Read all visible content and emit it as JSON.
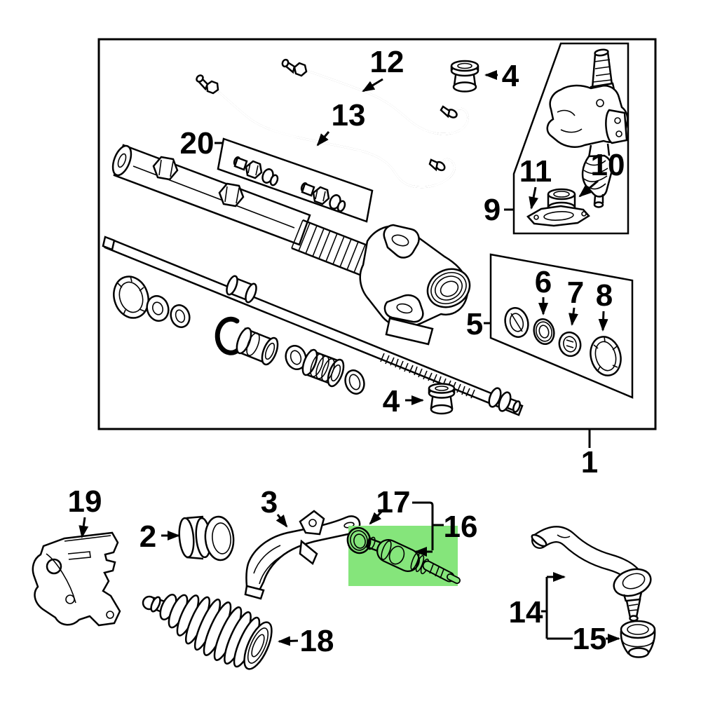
{
  "diagram": {
    "subject": "Steering gear box exploded parts diagram",
    "background_color": "#ffffff",
    "line_color": "#000000",
    "highlight_color": "#85e57b",
    "highlighted_part_label": "16",
    "part_labels": {
      "assembly": "1",
      "mount_bushing": "2",
      "rack_bracket": "3",
      "grommet_top": "4",
      "grommet_bottom": "4",
      "seal_kit": "5",
      "seal_ring_a": "6",
      "seal_ring_b": "7",
      "seal_ring_c": "8",
      "valve_kit": "9",
      "valve_seal": "10",
      "valve_gasket": "11",
      "feed_pipe": "12",
      "return_pipe": "13",
      "tie_rod_end": "14",
      "dust_seal": "15",
      "inner_tie_rod": "16",
      "tie_rod_washer": "17",
      "rack_boot": "18",
      "mount_bracket": "19",
      "cylinder_kit": "20"
    }
  }
}
